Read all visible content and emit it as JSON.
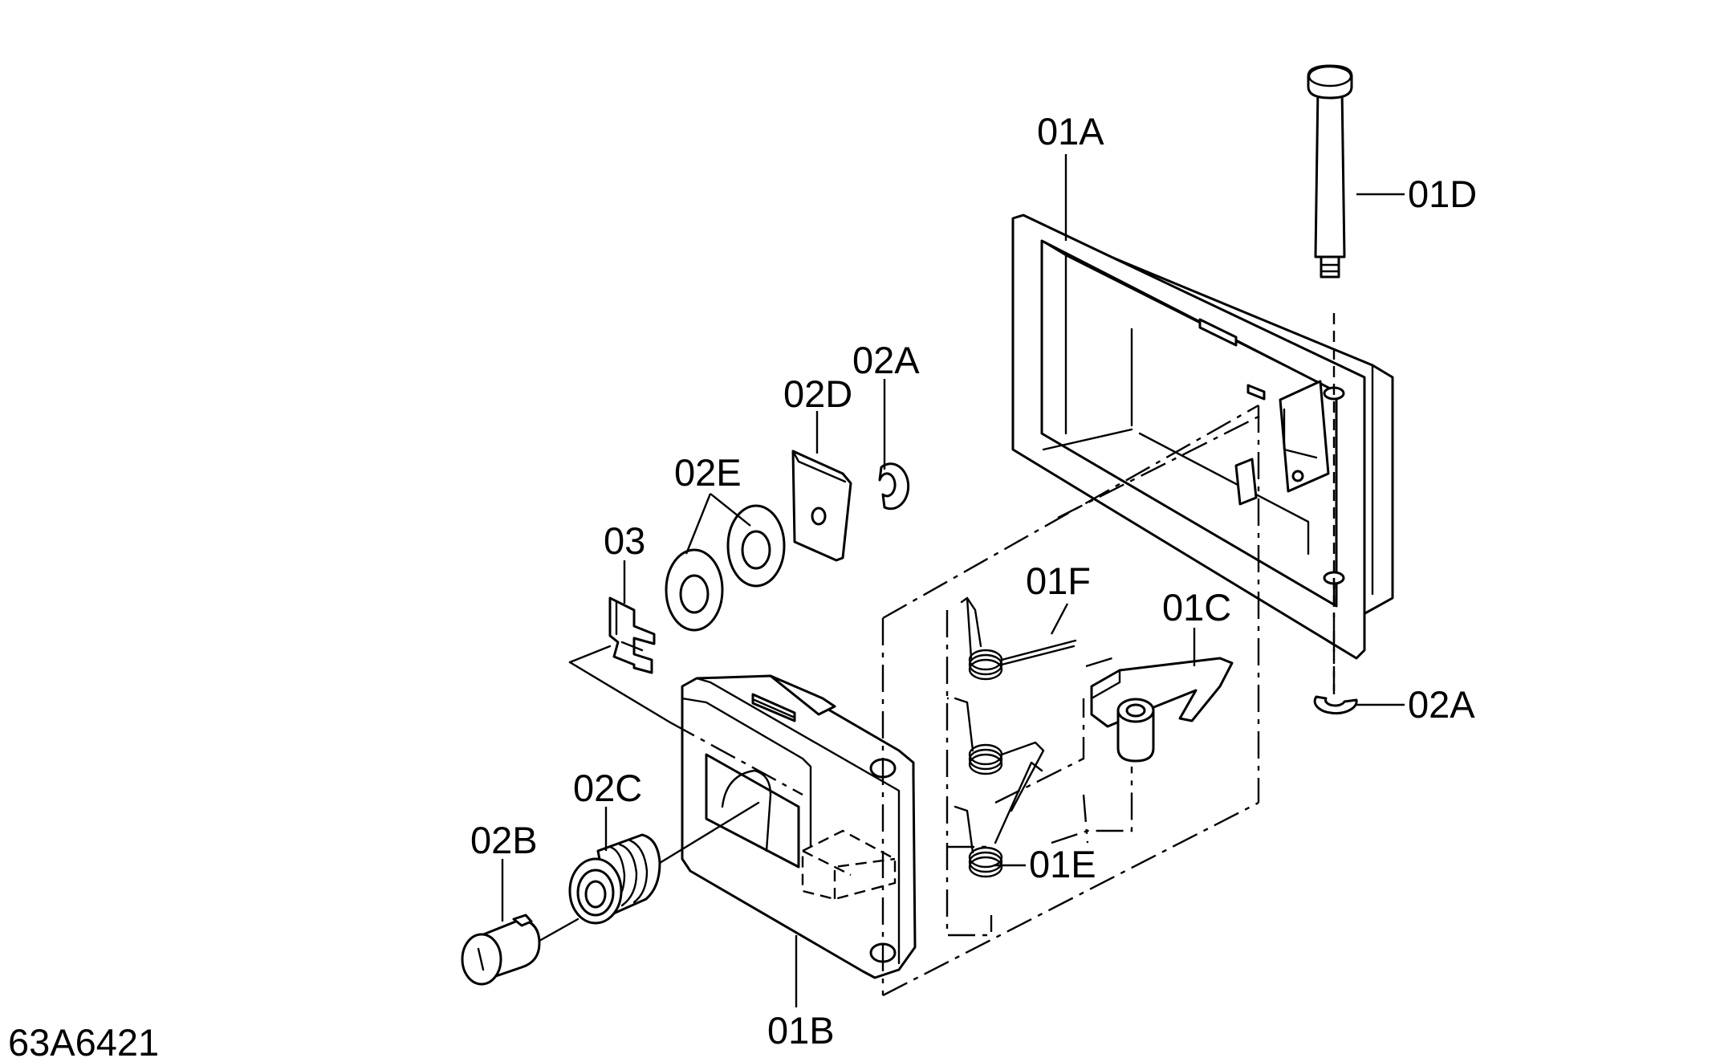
{
  "drawing_number": "63A6421",
  "callouts": {
    "c01A": "01A",
    "c01B": "01B",
    "c01C": "01C",
    "c01D": "01D",
    "c01E": "01E",
    "c01F": "01F",
    "c02A_top": "02A",
    "c02A_bottom": "02A",
    "c02B": "02B",
    "c02C": "02C",
    "c02D": "02D",
    "c02E": "02E",
    "c03": "03"
  }
}
